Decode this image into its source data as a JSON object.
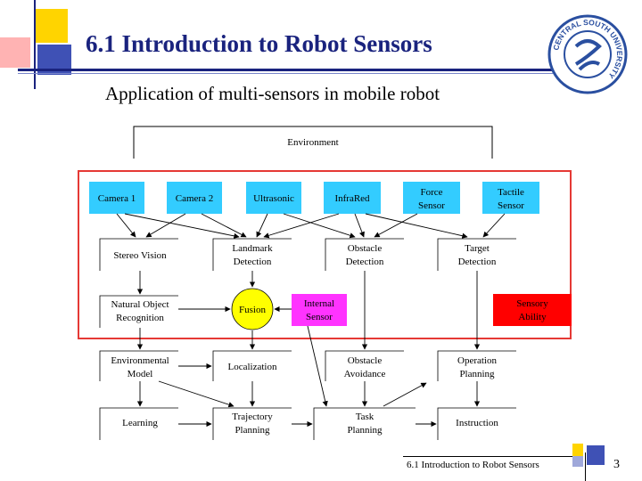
{
  "slide": {
    "title": "6.1  Introduction to Robot Sensors",
    "subtitle": "Application of multi-sensors in mobile robot",
    "footer": "6.1 Introduction to Robot Sensors",
    "page_number": "3"
  },
  "logo": {
    "seal_text": "CENTRAL SOUTH UNIVERSITY",
    "color": "#2a4fa0"
  },
  "colors": {
    "sensor_box": "#33ccff",
    "fusion": "#ffff00",
    "internal_sensor": "#ff33ff",
    "sensory_ability": "#ff0000",
    "red_frame": "#e53935",
    "title": "#1a237e"
  },
  "diagram": {
    "environment": "Environment",
    "sensors": {
      "camera1": "Camera 1",
      "camera2": "Camera 2",
      "ultrasonic": "Ultrasonic",
      "infrared": "InfraRed",
      "force": [
        "Force",
        "Sensor"
      ],
      "tactile": [
        "Tactile",
        "Sensor"
      ]
    },
    "processing": {
      "stereo_vision": "Stereo Vision",
      "landmark_detection": [
        "Landmark",
        "Detection"
      ],
      "obstacle_detection": [
        "Obstacle",
        "Detection"
      ],
      "target_detection": [
        "Target",
        "Detection"
      ],
      "natural_object_recognition": [
        "Natural Object",
        "Recognition"
      ],
      "fusion": "Fusion",
      "internal_sensor": [
        "Internal",
        "Sensor"
      ],
      "sensory_ability": [
        "Sensory",
        "Ability"
      ]
    },
    "planning": {
      "environmental_model": [
        "Environmental",
        "Model"
      ],
      "localization": "Localization",
      "obstacle_avoidance": [
        "Obstacle",
        "Avoidance"
      ],
      "operation_planning": [
        "Operation",
        "Planning"
      ],
      "learning": "Learning",
      "trajectory_planning": [
        "Trajectory",
        "Planning"
      ],
      "task_planning": [
        "Task",
        "Planning"
      ],
      "instruction": "Instruction"
    }
  }
}
